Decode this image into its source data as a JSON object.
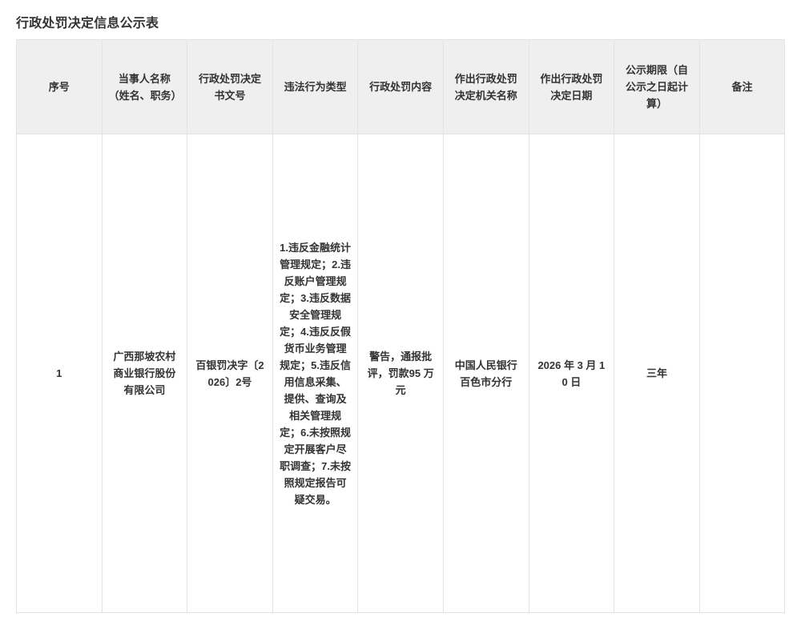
{
  "document": {
    "title": "行政处罚决定信息公示表"
  },
  "table": {
    "headers": [
      "序号",
      "当事人名称（姓名、职务）",
      "行政处罚决定书文号",
      "违法行为类型",
      "行政处罚内容",
      "作出行政处罚决定机关名称",
      "作出行政处罚决定日期",
      "公示期限（自公示之日起计算）",
      "备注"
    ],
    "rows": [
      {
        "serial_no": "1",
        "party_name": "广西那坡农村商业银行股份有限公司",
        "decision_doc_no": "百银罚决字〔2026〕2号",
        "violation_type": "1.违反金融统计管理规定；2.违反账户管理规定；3.违反数据安全管理规定；4.违反反假货币业务管理规定；5.违反信用信息采集、提供、查询及相关管理规定；6.未按照规定开展客户尽职调查；7.未按照规定报告可疑交易。",
        "penalty_content": "警告，通报批评，罚款95 万元",
        "decision_authority": "中国人民银行百色市分行",
        "decision_date": "2026 年 3 月 10 日",
        "publicity_period": "三年",
        "remark": ""
      }
    ]
  }
}
